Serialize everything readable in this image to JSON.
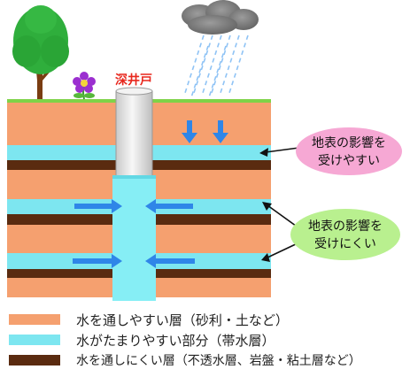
{
  "well_label": "深井戸",
  "callout_top": {
    "line1": "地表の影響を",
    "line2": "受けやすい"
  },
  "callout_bottom": {
    "line1": "地表の影響を",
    "line2": "受けにくい"
  },
  "legend": [
    {
      "text": "水を通しやすい層（砂利・土など）",
      "color": "#f5a06f"
    },
    {
      "text": "水がたまりやすい部分（帯水層）",
      "color": "#7de6f0"
    },
    {
      "text": "水を通しにくい層（不透水層、岩盤・粘土層など）",
      "color": "#5a2b10"
    }
  ],
  "colors": {
    "permeable": "#f5a06f",
    "aquifer": "#7de6f0",
    "impermeable": "#5a2b10",
    "grass": "#7ed348",
    "water": "#86eef5",
    "casing": "#e6e6e6",
    "arrow": "#2f86e8",
    "callout_top_fill": "#f6a8d4",
    "callout_bottom_fill": "#b9f08f",
    "label_red": "#e8281e"
  },
  "icons": {
    "tree": "tree-icon",
    "flower": "flower-icon",
    "cloud": "rain-cloud-icon"
  }
}
